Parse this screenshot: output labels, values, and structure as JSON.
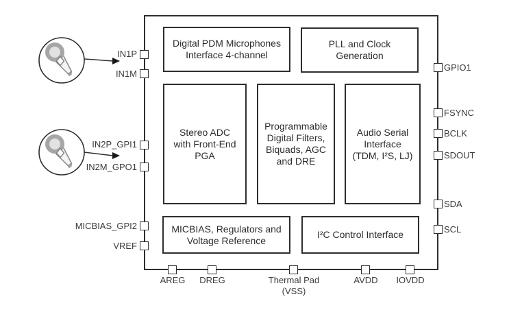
{
  "colors": {
    "line": "#2e2e2e",
    "background": "#ffffff",
    "mic_ring_gray": "#a6a6a6",
    "mic_body_gray": "#f4f4f4",
    "text": "#3a3a3a"
  },
  "chip": {
    "blocks": {
      "pdm": {
        "label": "Digital PDM Microphones\nInterface 4-channel"
      },
      "pll": {
        "label": "PLL and Clock\nGeneration"
      },
      "adc": {
        "label": "Stereo ADC\nwith Front-End\nPGA"
      },
      "filters": {
        "label": "Programmable\nDigital Filters,\nBiquads, AGC\nand DRE"
      },
      "asi": {
        "label": "Audio Serial\nInterface\n(TDM, I²S, LJ)"
      },
      "micbias": {
        "label": "MICBIAS, Regulators and\nVoltage Reference"
      },
      "i2c": {
        "label": "I²C Control Interface"
      }
    },
    "pins": {
      "left": [
        {
          "label": "IN1P"
        },
        {
          "label": "IN1M"
        },
        {
          "label": "IN2P_GPI1"
        },
        {
          "label": "IN2M_GPO1"
        },
        {
          "label": "MICBIAS_GPI2"
        },
        {
          "label": "VREF"
        }
      ],
      "right": [
        {
          "label": "GPIO1"
        },
        {
          "label": "FSYNC"
        },
        {
          "label": "BCLK"
        },
        {
          "label": "SDOUT"
        },
        {
          "label": "SDA"
        },
        {
          "label": "SCL"
        }
      ],
      "bottom": [
        {
          "label": "AREG"
        },
        {
          "label": "DREG"
        },
        {
          "label": "Thermal Pad\n(VSS)"
        },
        {
          "label": "AVDD"
        },
        {
          "label": "IOVDD"
        }
      ]
    },
    "inputs": [
      {
        "icon": "microphone"
      },
      {
        "icon": "microphone"
      }
    ]
  }
}
